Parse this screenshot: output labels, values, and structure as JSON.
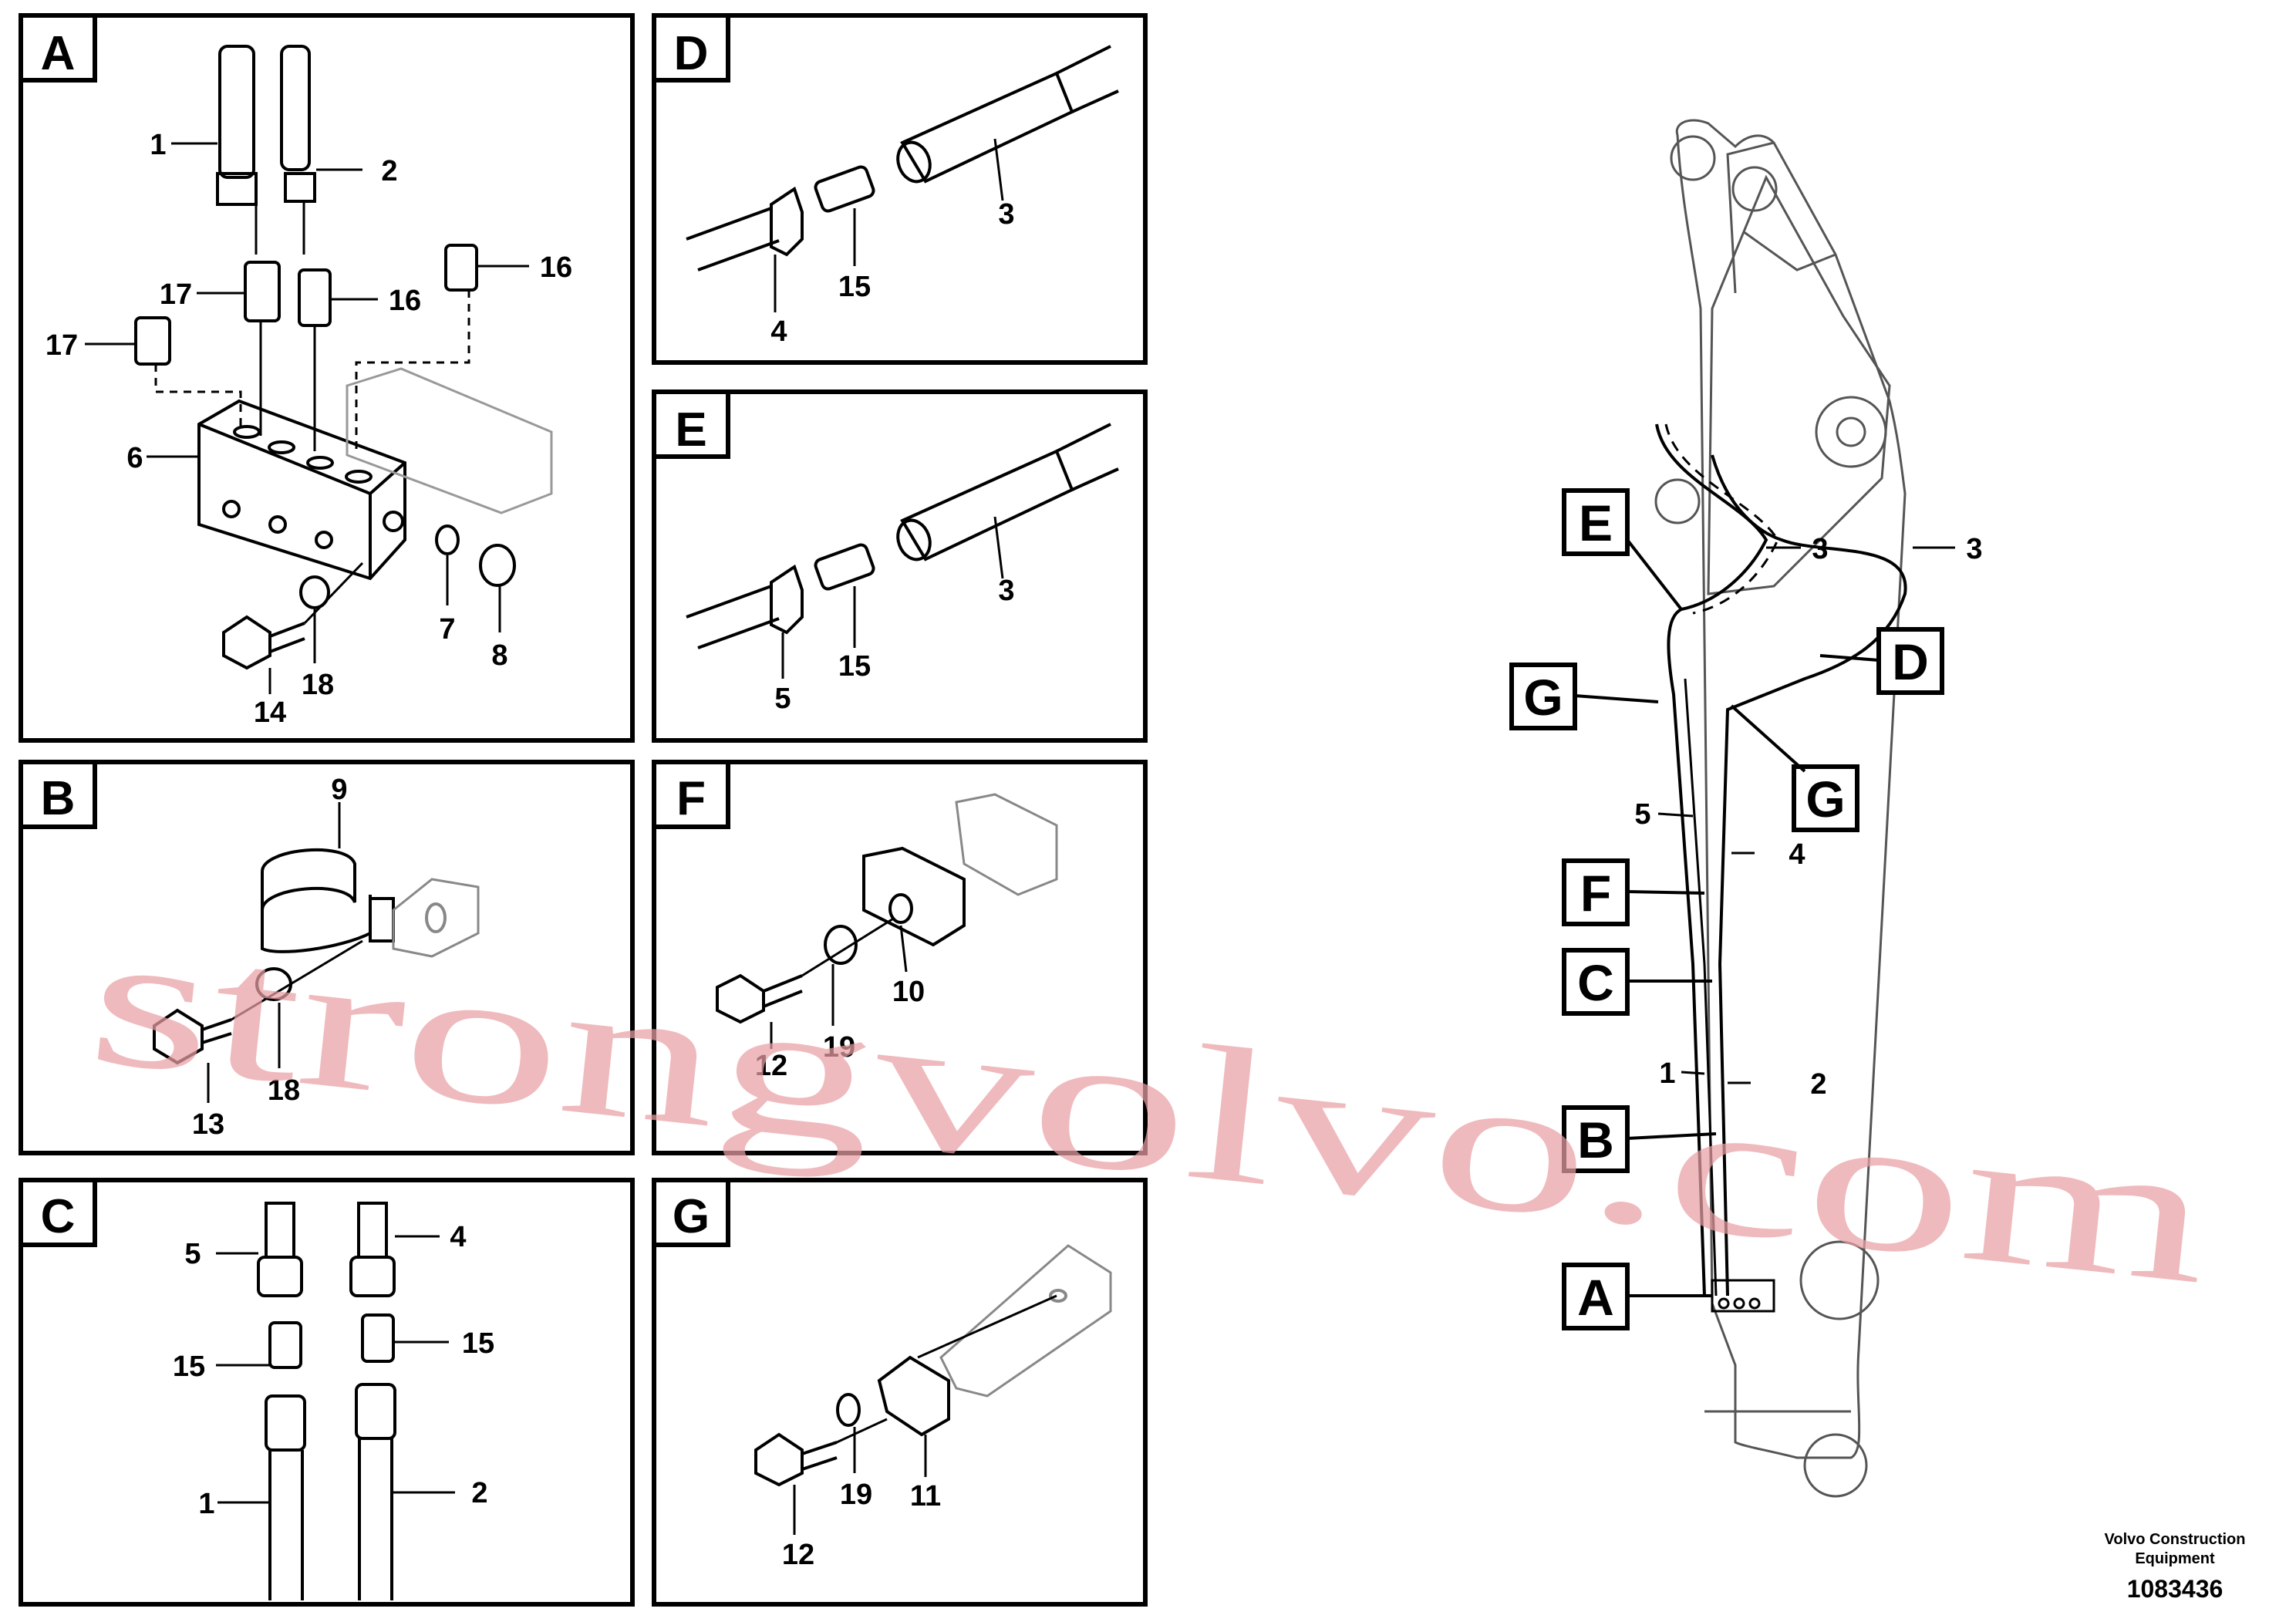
{
  "panels": {
    "A": {
      "label": "A",
      "callouts": [
        "1",
        "2",
        "17",
        "16",
        "16",
        "17",
        "6",
        "7",
        "8",
        "14",
        "18"
      ]
    },
    "B": {
      "label": "B",
      "callouts": [
        "9",
        "13",
        "18"
      ]
    },
    "C": {
      "label": "C",
      "callouts": [
        "5",
        "4",
        "15",
        "15",
        "1",
        "2"
      ]
    },
    "D": {
      "label": "D",
      "callouts": [
        "3",
        "4",
        "15"
      ]
    },
    "E": {
      "label": "E",
      "callouts": [
        "3",
        "5",
        "15"
      ]
    },
    "F": {
      "label": "F",
      "callouts": [
        "10",
        "12",
        "19"
      ]
    },
    "G": {
      "label": "G",
      "callouts": [
        "11",
        "12",
        "19"
      ]
    }
  },
  "overview": {
    "view_labels": [
      "E",
      "D",
      "G",
      "G",
      "F",
      "C",
      "B",
      "A"
    ],
    "callouts": [
      "3",
      "3",
      "5",
      "4",
      "1",
      "2"
    ]
  },
  "footer": {
    "company_line1": "Volvo Construction",
    "company_line2": "Equipment",
    "doc_number": "1083436"
  },
  "watermark": {
    "text": "strongvolvo.com"
  },
  "colors": {
    "line": "#000000",
    "watermark": "#e9a0a4",
    "background": "#ffffff"
  }
}
